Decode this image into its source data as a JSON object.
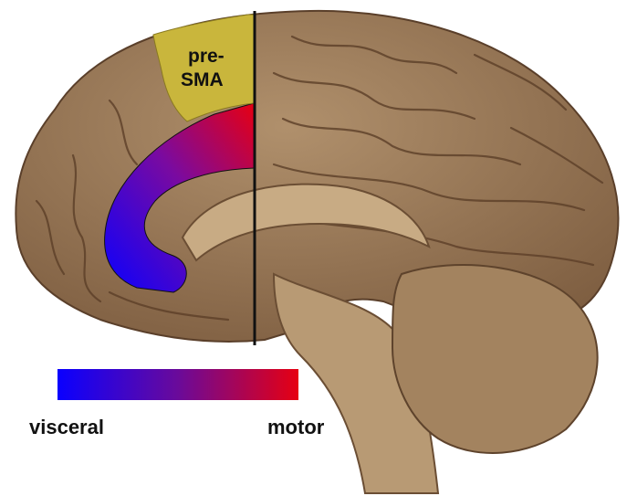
{
  "figure": {
    "region_label_line1": "pre-",
    "region_label_line2": "SMA",
    "scale_left_label": "visceral",
    "scale_right_label": "motor"
  },
  "colors": {
    "gradient_start": "#0a00ff",
    "gradient_end": "#e60012",
    "presma_fill": "#c9b63c",
    "divider_line": "#111111",
    "tissue": "#9e7d5c"
  }
}
